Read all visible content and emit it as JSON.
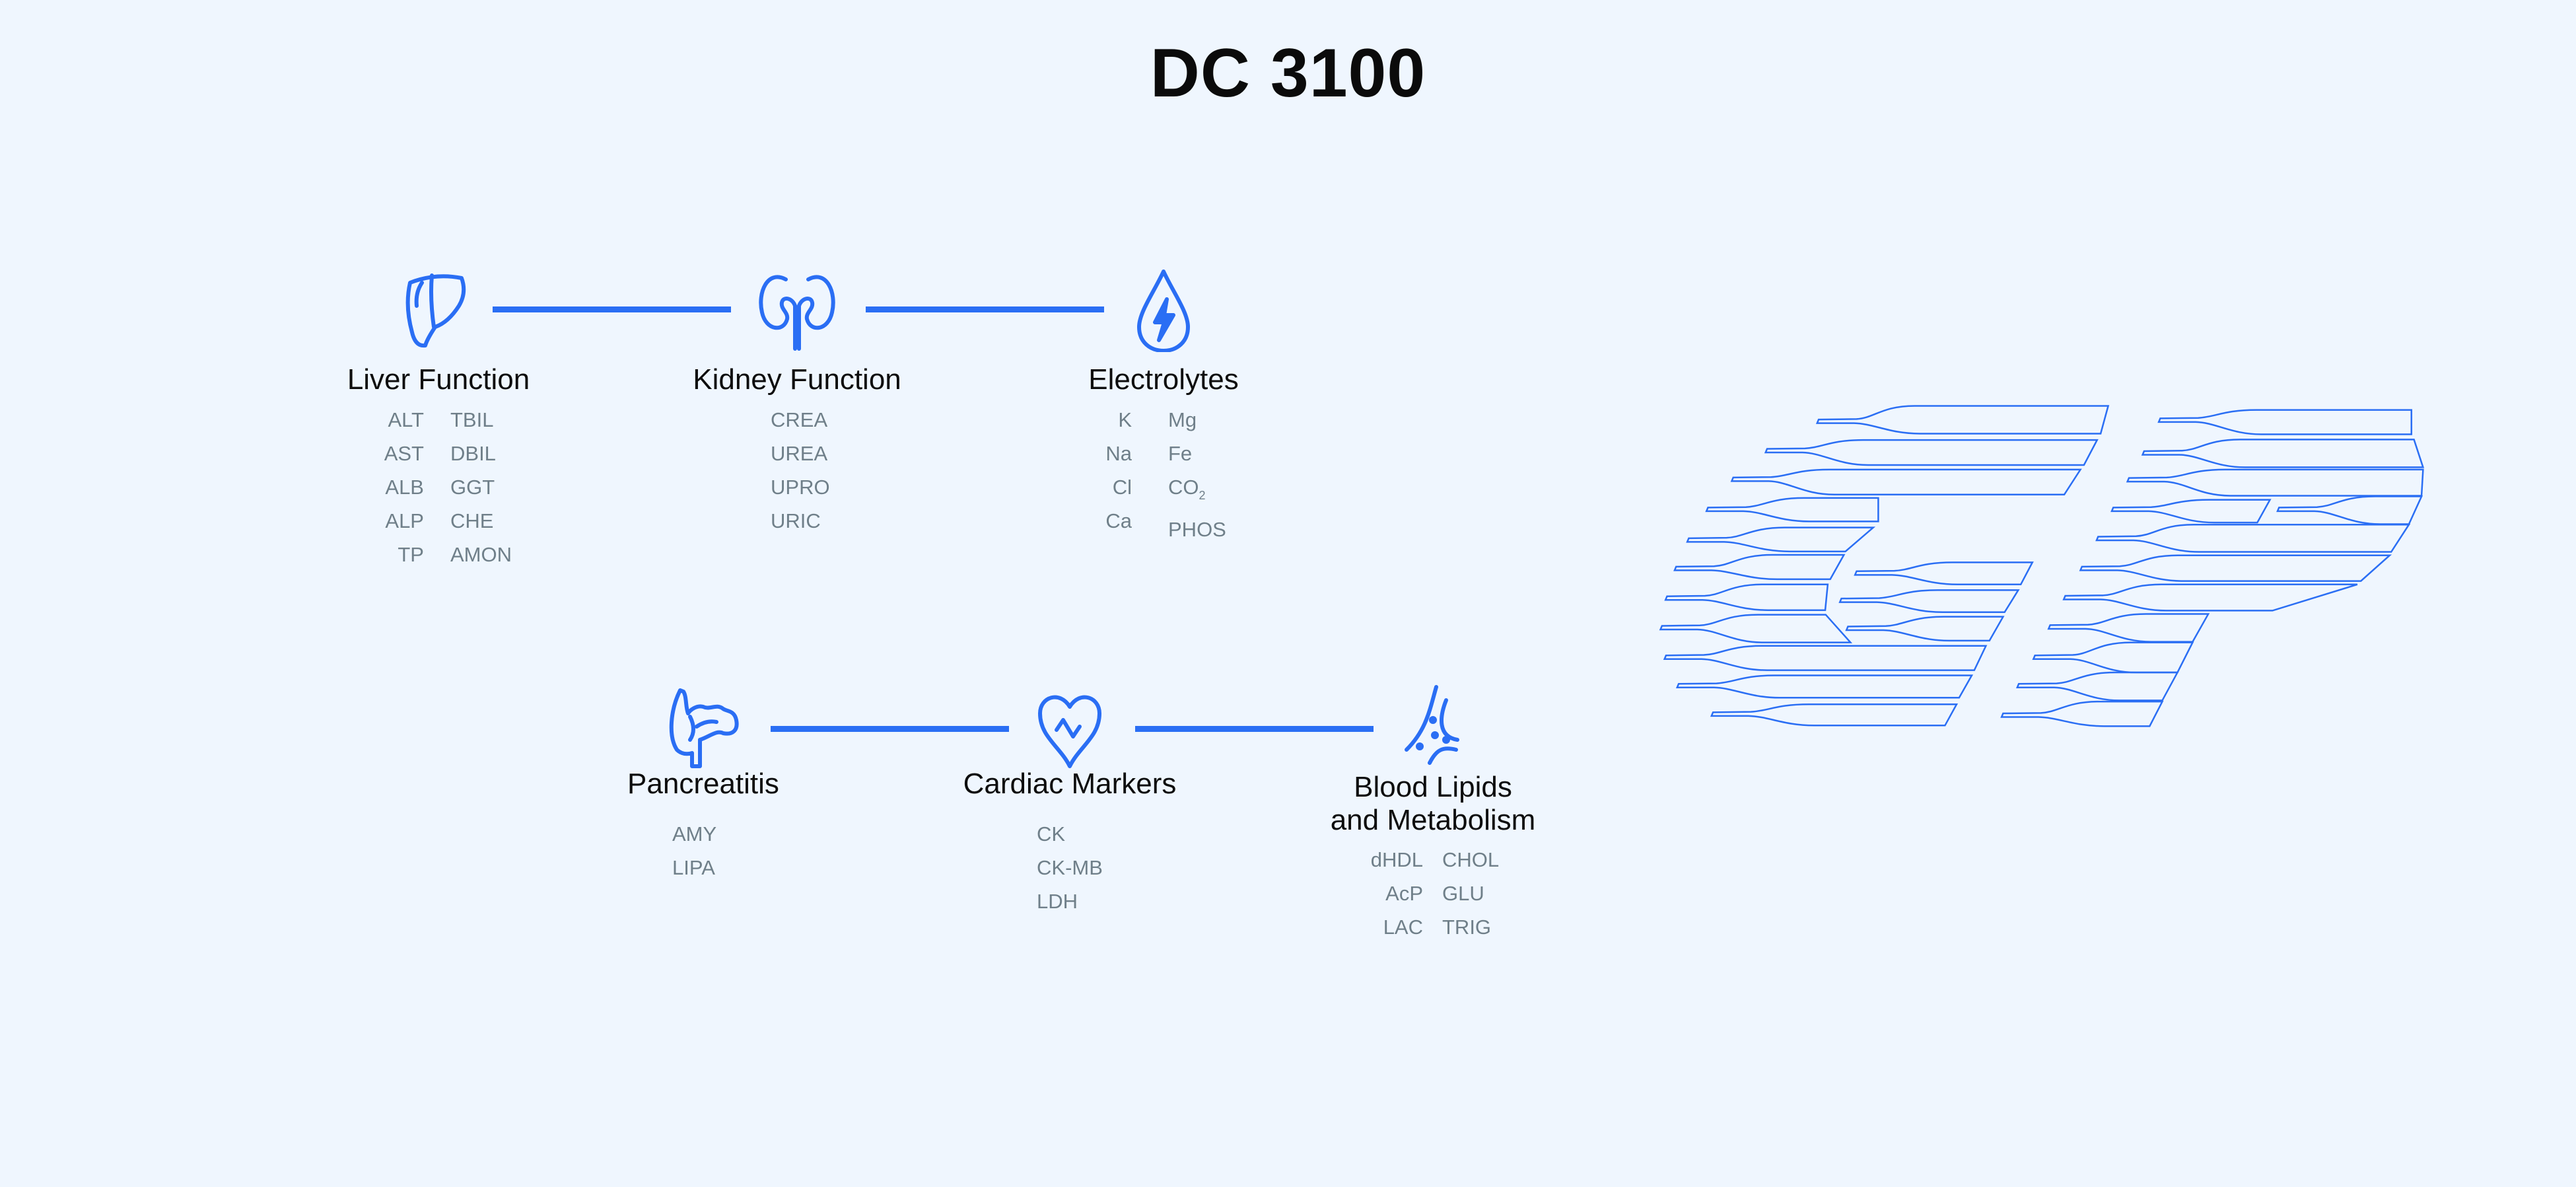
{
  "title": "DC 3100",
  "accent_color": "#2a6ef4",
  "groups": [
    {
      "id": "liver",
      "icon": "liver-icon",
      "title": [
        "Liver Function"
      ],
      "columns": [
        [
          "ALT",
          "AST",
          "ALB",
          "ALP",
          "TP"
        ],
        [
          "TBIL",
          "DBIL",
          "GGT",
          "CHE",
          "AMON"
        ]
      ]
    },
    {
      "id": "kidney",
      "icon": "kidney-icon",
      "title": [
        "Kidney Function"
      ],
      "columns": [
        [
          "CREA",
          "UREA",
          "UPRO",
          "URIC"
        ]
      ]
    },
    {
      "id": "electrolytes",
      "icon": "electrolyte-drop-icon",
      "title": [
        "Electrolytes"
      ],
      "columns": [
        [
          "K",
          "Na",
          "Cl",
          "Ca"
        ],
        [
          "Mg",
          "Fe",
          "CO",
          "PHOS"
        ]
      ],
      "subscript": {
        "item": "CO",
        "sub": "2"
      }
    },
    {
      "id": "pancreatitis",
      "icon": "pancreas-icon",
      "title": [
        "Pancreatitis"
      ],
      "columns": [
        [
          "AMY",
          "LIPA"
        ]
      ]
    },
    {
      "id": "cardiac",
      "icon": "heart-icon",
      "title": [
        "Cardiac Markers"
      ],
      "columns": [
        [
          "CK",
          "CK-MB",
          "LDH"
        ]
      ]
    },
    {
      "id": "blood-lipids",
      "icon": "blood-vessel-icon",
      "title": [
        "Blood Lipids",
        "and Metabolism"
      ],
      "columns": [
        [
          "dHDL",
          "AcP",
          "LAC"
        ],
        [
          "CHOL",
          "GLU",
          "TRIG"
        ]
      ]
    }
  ],
  "logo": {
    "name": "GP tube logo"
  }
}
